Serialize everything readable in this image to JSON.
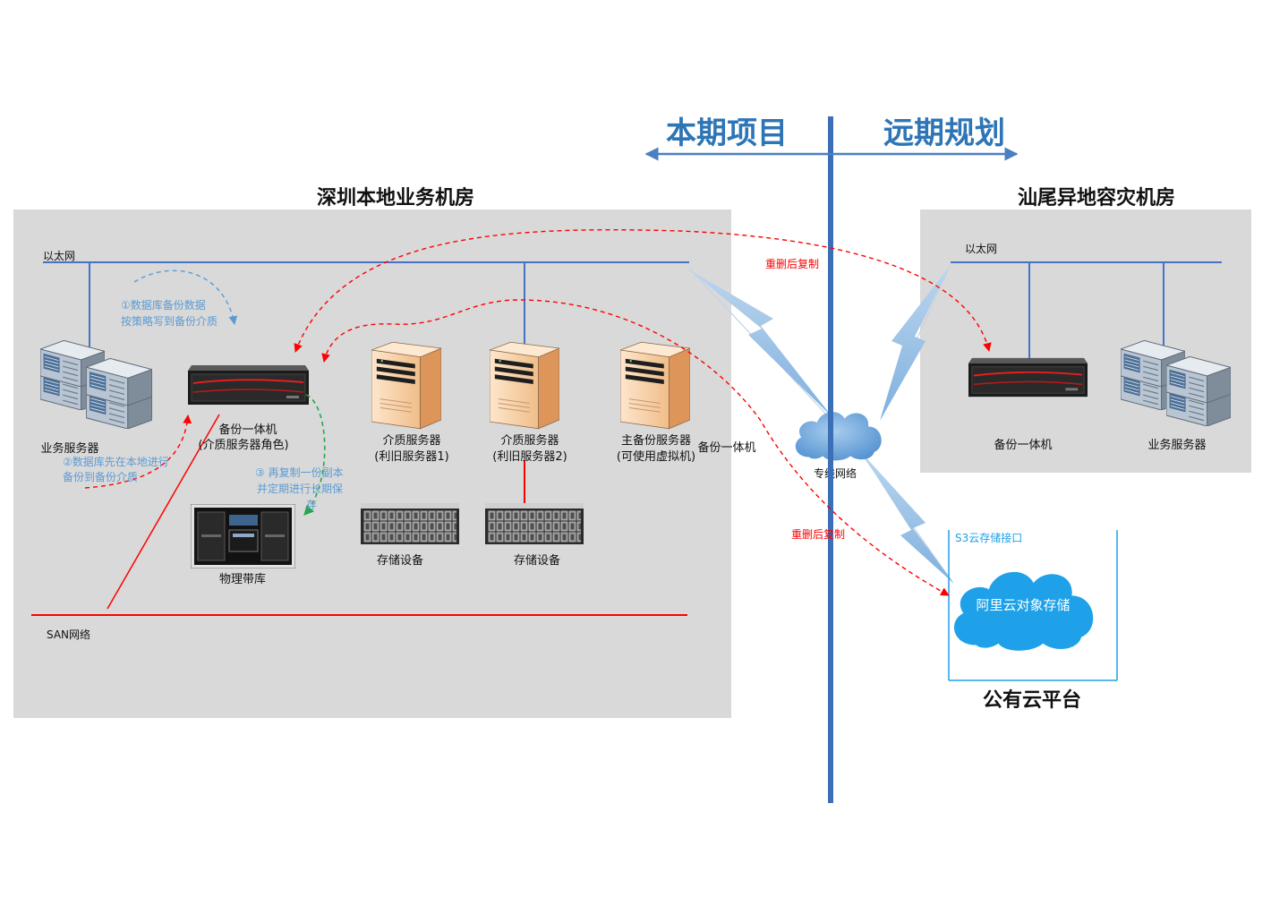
{
  "header": {
    "current_phase": "本期项目",
    "future_phase": "远期规划"
  },
  "local_site": {
    "title": "深圳本地业务机房",
    "ethernet_label": "以太网",
    "san_label": "SAN网络",
    "business_servers": "业务服务器",
    "backup_appliance": {
      "label": "备份一体机",
      "role": "(介质服务器角色)"
    },
    "media_server_1": {
      "label": "介质服务器",
      "note": "(利旧服务器1)"
    },
    "media_server_2": {
      "label": "介质服务器",
      "note": "(利旧服务器2)"
    },
    "master_server": {
      "label": "主备份服务器",
      "note": "(可使用虚拟机)"
    },
    "overlap_label": "备份一体机",
    "storage_1": "存储设备",
    "storage_2": "存储设备",
    "tape_library": "物理带库",
    "annotations": {
      "step_1": [
        "①数据库备份数据",
        "按策略写到备份介质"
      ],
      "step_2": [
        "②数据库先在本地进行",
        "备份到备份介质"
      ],
      "step_3": [
        "③ 再复制一份副本",
        "并定期进行长期保",
        "存"
      ]
    }
  },
  "network": {
    "private_line": "专线网络",
    "replication_remote": "重删后复制",
    "replication_cloud": "重删后复制"
  },
  "remote_site": {
    "title": "汕尾异地容灾机房",
    "ethernet_label": "以太网",
    "backup_appliance": "备份一体机",
    "business_servers": "业务服务器"
  },
  "public_cloud": {
    "title": "公有云平台",
    "interface_label": "S3云存储接口",
    "storage_label": "阿里云对象存储"
  },
  "colors": {
    "phase_blue": "#2e75b6",
    "ethernet_blue": "#4472c4",
    "san_red": "#ff0000",
    "room_gray": "#d9d9d9",
    "cloud_blue": "#1ea1e8",
    "annotation_blue": "#5b9bd5",
    "copy_green": "#22a84a",
    "divider_blue": "#3b6fb6"
  }
}
